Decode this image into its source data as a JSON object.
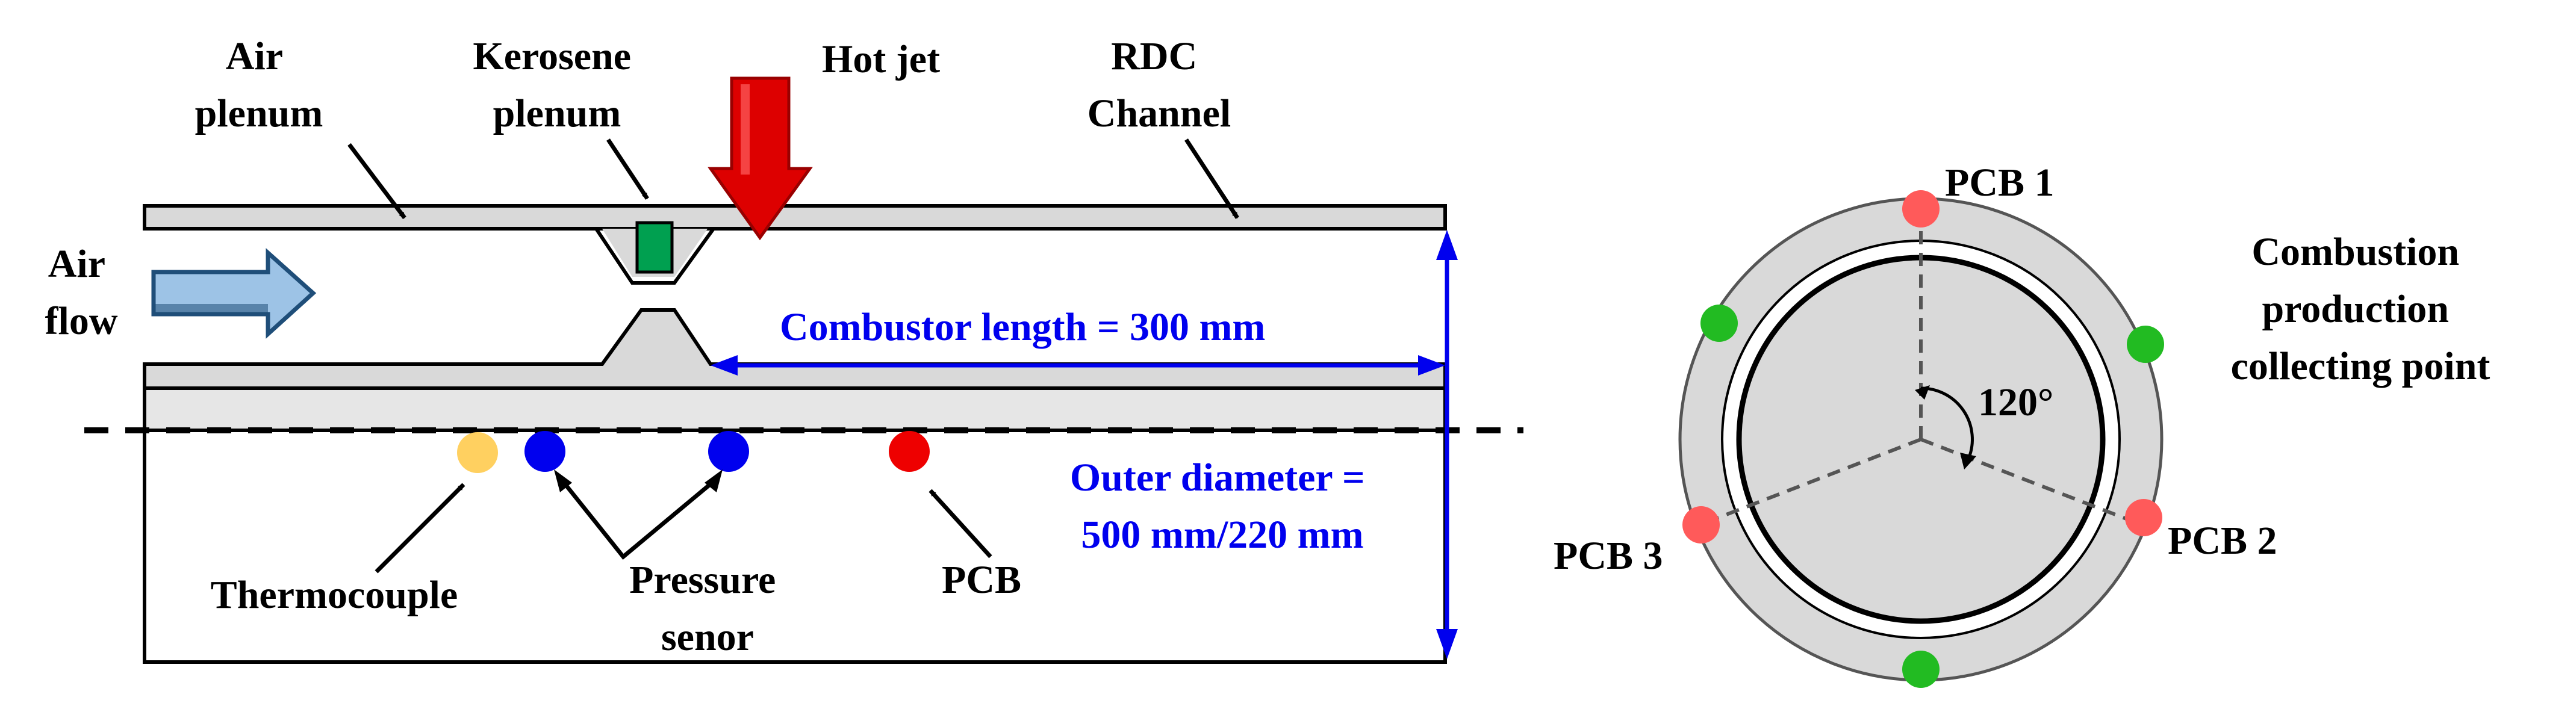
{
  "side_view": {
    "air_plenum": [
      "Air",
      "plenum"
    ],
    "kerosene_plenum": [
      "Kerosene",
      "plenum"
    ],
    "hot_jet": "Hot jet",
    "rdc_channel": [
      "RDC",
      "Channel"
    ],
    "air_flow": [
      "Air",
      "flow"
    ],
    "combustor_length": "Combustor length = 300 mm",
    "outer_diameter": [
      "Outer diameter =",
      "500 mm/220 mm"
    ],
    "thermocouple": "Thermocouple",
    "pressure_sensor": [
      "Pressure",
      "senor"
    ],
    "pcb": "PCB"
  },
  "end_view": {
    "pcb1": "PCB 1",
    "pcb2": "PCB 2",
    "pcb3": "PCB 3",
    "angle": "120°",
    "combustion_point": [
      "Combustion",
      "production",
      "collecting point"
    ]
  },
  "colors": {
    "wall": "#d9d9d9",
    "pcb": "#ff5a5a",
    "pressure": "#0000ee",
    "thermocouple": "#ffd060",
    "collection": "#22bb22",
    "dimension": "#0000ee",
    "hot_jet": "#dd0000",
    "air_arrow": "#9dc3e6",
    "injector": "#00a050"
  }
}
